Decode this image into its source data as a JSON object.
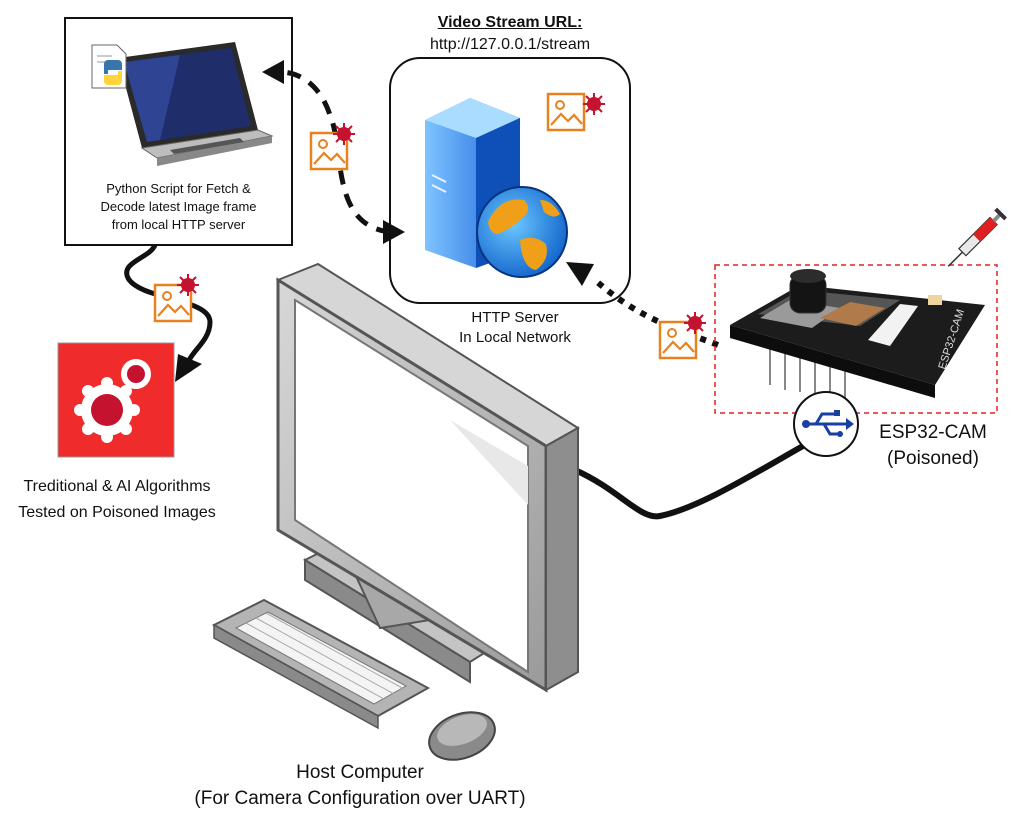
{
  "laptop_box": {
    "caption_line1": "Python Script for Fetch &",
    "caption_line2": "Decode latest Image frame",
    "caption_line3": "from local HTTP server"
  },
  "server": {
    "url_heading": "Video Stream URL:",
    "url": "http://127.0.0.1/stream",
    "caption_line1": "HTTP Server",
    "caption_line2": "In Local Network"
  },
  "algorithms": {
    "caption_line1": "Treditional & AI Algorithms",
    "caption_line2": "Tested on Poisoned Images"
  },
  "esp32": {
    "label": "ESP32-CAM",
    "status": "(Poisoned)",
    "board_print": "ESP32-CAM"
  },
  "host": {
    "caption_line1": "Host Computer",
    "caption_line2": "(For Camera Configuration over UART)"
  },
  "colors": {
    "image_icon": "#e8811f",
    "virus": "#c4122f",
    "algo_bg": "#f02b2b",
    "usb_blue": "#1a3fa3",
    "poison_border": "#e02020"
  },
  "icons": [
    "python-file-icon",
    "laptop-icon",
    "server-icon",
    "globe-icon",
    "image-icon",
    "virus-icon",
    "syringe-icon",
    "usb-icon",
    "monitor-icon",
    "keyboard-icon",
    "mouse-icon",
    "esp32-cam-board-icon"
  ]
}
